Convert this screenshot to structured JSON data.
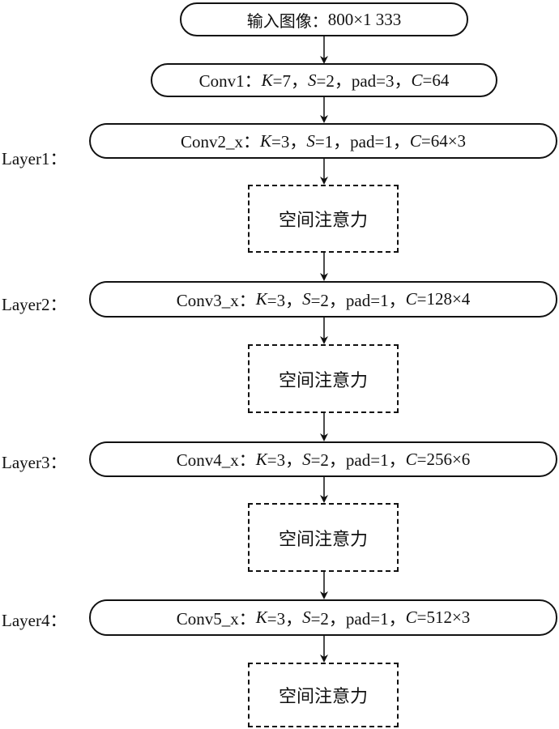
{
  "input_box": {
    "label_cn": "输入图像：",
    "size": "800×1 333"
  },
  "conv1": {
    "name": "Conv1：",
    "k_var": "K",
    "k_val": "=7，",
    "s_var": "S",
    "s_val": "=2，",
    "pad": "pad=3，",
    "c_var": "C",
    "c_val": "=64"
  },
  "layers": [
    {
      "label": "Layer1：",
      "conv": {
        "name": "Conv2_x：",
        "k_var": "K",
        "k_val": "=3，",
        "s_var": "S",
        "s_val": "=1，",
        "pad": "pad=1，",
        "c_var": "C",
        "c_val": "=64×3"
      },
      "attention": "空间注意力"
    },
    {
      "label": "Layer2：",
      "conv": {
        "name": "Conv3_x：",
        "k_var": "K",
        "k_val": "=3，",
        "s_var": "S",
        "s_val": "=2，",
        "pad": "pad=1，",
        "c_var": "C",
        "c_val": "=128×4"
      },
      "attention": "空间注意力"
    },
    {
      "label": "Layer3：",
      "conv": {
        "name": "Conv4_x：",
        "k_var": "K",
        "k_val": "=3，",
        "s_var": "S",
        "s_val": "=2，",
        "pad": "pad=1，",
        "c_var": "C",
        "c_val": "=256×6"
      },
      "attention": "空间注意力"
    },
    {
      "label": "Layer4：",
      "conv": {
        "name": "Conv5_x：",
        "k_var": "K",
        "k_val": "=3，",
        "s_var": "S",
        "s_val": "=2，",
        "pad": "pad=1，",
        "c_var": "C",
        "c_val": "=512×3"
      },
      "attention": "空间注意力"
    }
  ]
}
